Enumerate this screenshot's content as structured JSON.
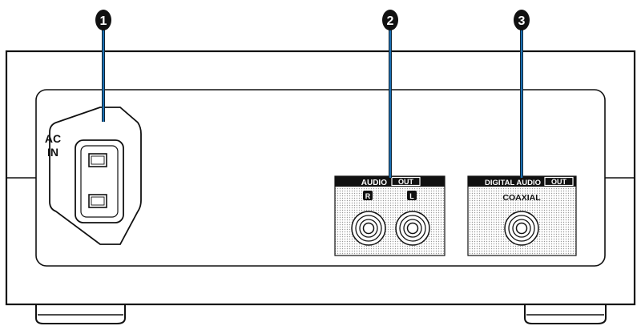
{
  "callouts": [
    {
      "number": "1"
    },
    {
      "number": "2"
    },
    {
      "number": "3"
    }
  ],
  "ac_inlet": {
    "label_line1": "AC",
    "label_line2": "IN"
  },
  "audio_out": {
    "title": "AUDIO",
    "out_badge": "OUT",
    "right_badge": "R",
    "left_badge": "L"
  },
  "digital_audio_out": {
    "title": "DIGITAL AUDIO",
    "out_badge": "OUT",
    "connector_label": "COAXIAL"
  },
  "colors": {
    "callout_line": "#1a6fb3",
    "outline": "#111111",
    "badge_bg": "#111111",
    "badge_text": "#ffffff",
    "dot_pattern": "#9a9a9a"
  }
}
